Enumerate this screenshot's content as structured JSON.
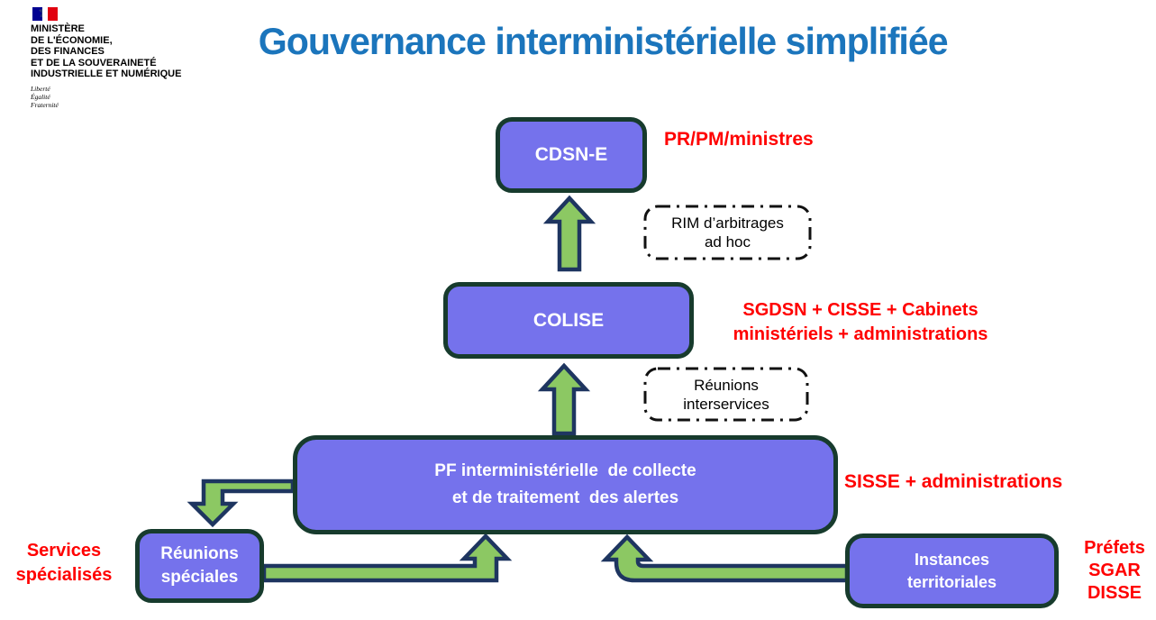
{
  "colors": {
    "box_fill": "#7572EC",
    "box_border": "#173B2D",
    "arrow_fill": "#8CC863",
    "arrow_border": "#1E3560",
    "title_blue": "#1B75BC",
    "label_red": "#FF0000"
  },
  "logo": {
    "ministry_lines": [
      "MINISTÈRE",
      "DE L'ÉCONOMIE,",
      "DES FINANCES",
      "ET DE LA SOUVERAINETÉ",
      "INDUSTRIELLE ET NUMÉRIQUE"
    ],
    "motto_lines": [
      "Liberté",
      "Égalité",
      "Fraternité"
    ]
  },
  "title": "Gouvernance interministérielle simplifiée",
  "nodes": {
    "cdsne": {
      "label": "CDSN-E"
    },
    "colise": {
      "label": "COLISE"
    },
    "pf": {
      "line1": "PF interministérielle  de collecte",
      "line2": "et de traitement  des alertes"
    },
    "reunions_speciales": {
      "line1": "Réunions",
      "line2": "spéciales"
    },
    "instances": {
      "line1": "Instances",
      "line2": "territoriales"
    }
  },
  "dashed": {
    "rim": {
      "line1": "RIM d’arbitrages",
      "line2": "ad hoc"
    },
    "interservices": {
      "line1": "Réunions",
      "line2": "interservices"
    }
  },
  "labels": {
    "pr_pm": "PR/PM/ministres",
    "sgdsn_line1": "SGDSN + CISSE + Cabinets",
    "sgdsn_line2": "ministériels  + administrations",
    "sisse": "SISSE + administrations",
    "services_line1": "Services",
    "services_line2": "spécialisés",
    "prefets_line1": "Préfets",
    "prefets_line2": "SGAR",
    "prefets_line3": "DISSE"
  }
}
